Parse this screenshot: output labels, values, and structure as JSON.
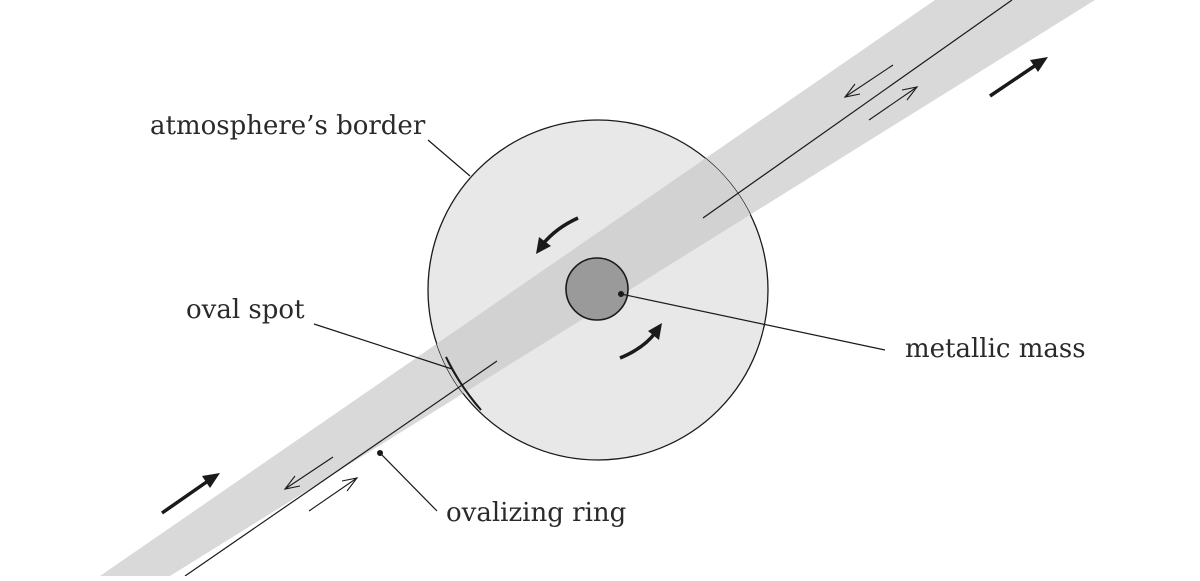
{
  "labels": {
    "atmosphere_border": "atmosphere’s border",
    "oval_spot": "oval spot",
    "metallic_mass": "metallic mass",
    "ovalizing_ring": "ovalizing ring"
  },
  "colors": {
    "band": "#d9d9d9",
    "disc": "#e8e8e8",
    "core": "#9a9a9a",
    "ink": "#1a1a1a",
    "background": "#ffffff"
  }
}
